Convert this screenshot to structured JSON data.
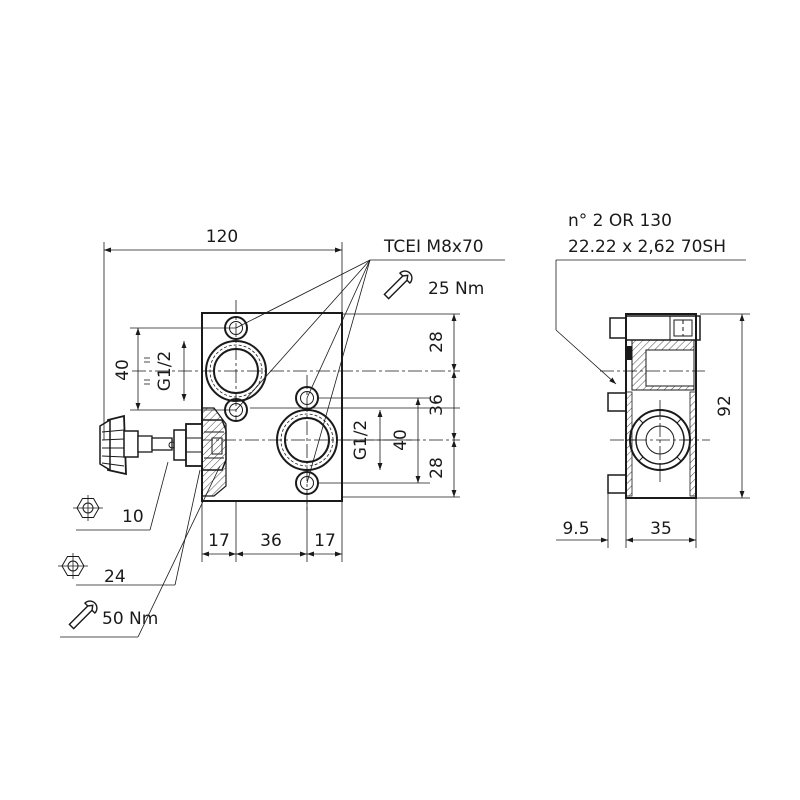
{
  "front_view": {
    "overall_width": "120",
    "port_left": "G1/2",
    "port_right": "G1/2",
    "dim_left_40": "40",
    "dim_right_40": "40",
    "dim_28_top": "28",
    "dim_36": "36",
    "dim_28_bottom": "28",
    "dim_bottom_17_left": "17",
    "dim_bottom_36": "36",
    "dim_bottom_17_right": "17"
  },
  "bolts": {
    "label": "TCEI M8x70",
    "torque": "25 Nm"
  },
  "valve_knob": {
    "hex_small": "10",
    "hex_large": "24",
    "torque": "50 Nm"
  },
  "side_view": {
    "oring_line1": "n° 2 OR 130",
    "oring_line2": "22.22 x 2,62 70SH",
    "height": "92",
    "offset": "9.5",
    "depth": "35"
  },
  "icons": {
    "wrench": "wrench-icon",
    "hex_nut": "hex-nut-icon"
  }
}
